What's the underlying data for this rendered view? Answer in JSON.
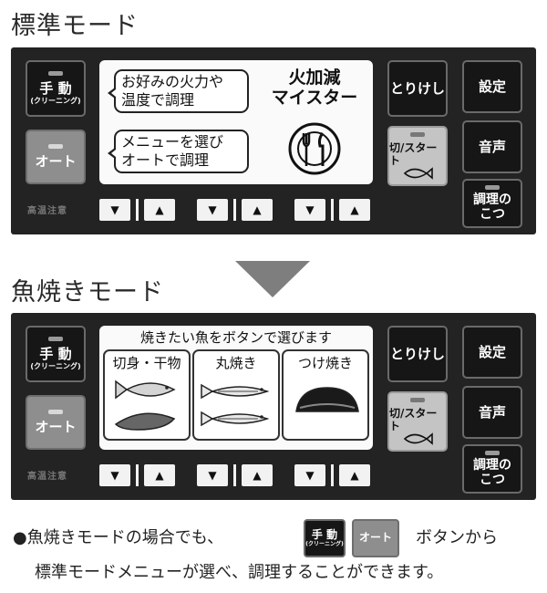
{
  "standard": {
    "heading": "標準モード",
    "manual": {
      "main": "手 動",
      "sub": "(クリーニング)"
    },
    "auto": "オート",
    "caution": "高温注意",
    "bubble1": [
      "お好みの火力や",
      "温度で調理"
    ],
    "bubble2": [
      "メニューを選び",
      "オートで調理"
    ],
    "master": [
      "火加減",
      "マイスター"
    ],
    "cancel": "とりけし",
    "settings": "設定",
    "sound": "音声",
    "start": "切/スタート",
    "tips": [
      "調理の",
      "こつ"
    ]
  },
  "fishmode": {
    "heading": "魚焼きモード",
    "manual": {
      "main": "手 動",
      "sub": "(クリーニング)"
    },
    "auto": "オート",
    "caution": "高温注意",
    "screen_title": "焼きたい魚をボタンで選びます",
    "options": [
      "切身・干物",
      "丸焼き",
      "つけ焼き"
    ],
    "cancel": "とりけし",
    "settings": "設定",
    "sound": "音声",
    "start": "切/スタート",
    "tips": [
      "調理の",
      "こつ"
    ]
  },
  "note": {
    "bullet": "●魚焼きモードの場合でも、",
    "after_buttons": "ボタンから",
    "line2": "標準モードメニューが選べ、調理することができます。",
    "mini_manual": {
      "main": "手 動",
      "sub": "(クリーニング)"
    },
    "mini_auto": "オート"
  },
  "arrows": {
    "down": "▼",
    "up": "▲"
  }
}
